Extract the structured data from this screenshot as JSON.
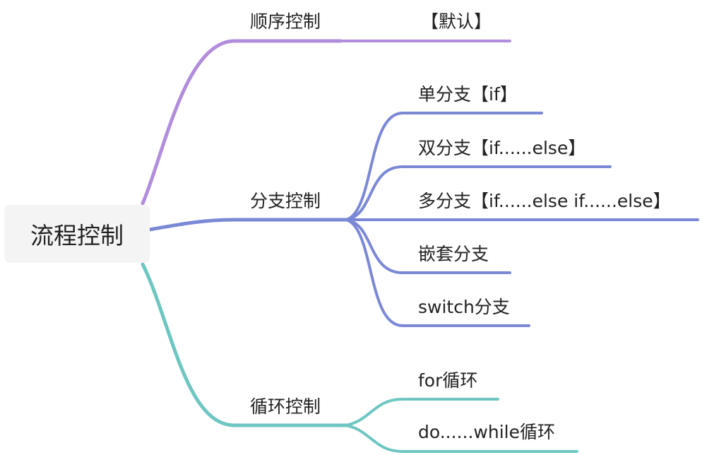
{
  "root": {
    "label": "流程控制"
  },
  "colors": {
    "sequence": "#b28ddd",
    "branch": "#7b88d6",
    "loop": "#6dc6c2"
  },
  "branches": {
    "sequence": {
      "label": "顺序控制",
      "children": [
        "【默认】"
      ]
    },
    "branch": {
      "label": "分支控制",
      "children": [
        "单分支【if】",
        "双分支【if......else】",
        "多分支【if......else if......else】",
        "嵌套分支",
        "switch分支"
      ]
    },
    "loop": {
      "label": "循环控制",
      "children": [
        "for循环",
        "do......while循环"
      ]
    }
  }
}
